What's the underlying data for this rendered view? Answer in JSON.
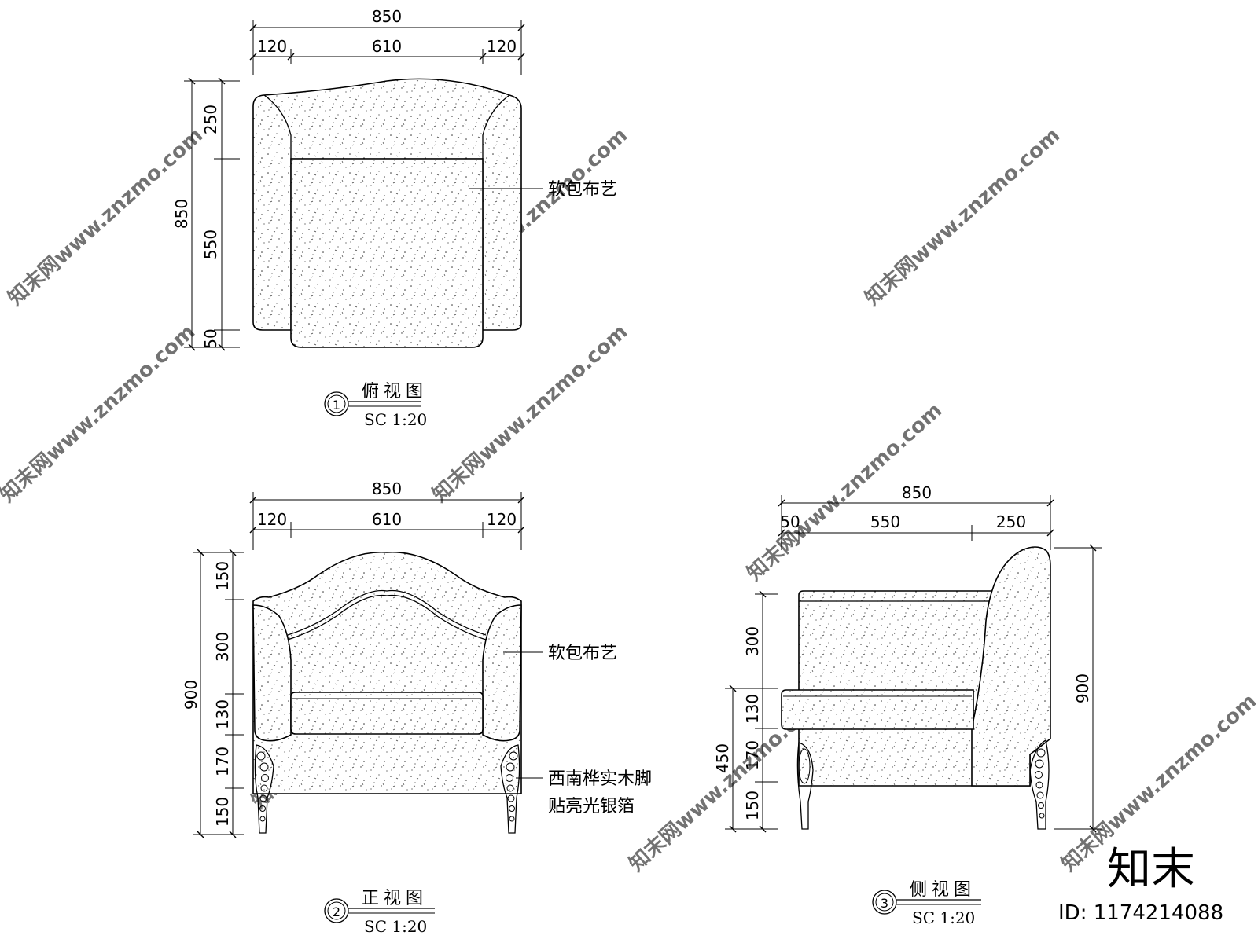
{
  "top_view": {
    "overall_width": "850",
    "width_parts": [
      "120",
      "610",
      "120"
    ],
    "overall_depth": "850",
    "depth_parts": [
      "250",
      "550",
      "50"
    ],
    "callout": "软包布艺",
    "title": "俯视图",
    "number": "1",
    "scale": "SC 1:20"
  },
  "front_view": {
    "overall_width": "850",
    "width_parts": [
      "120",
      "610",
      "120"
    ],
    "overall_height": "900",
    "height_parts": [
      "150",
      "300",
      "130",
      "170",
      "150"
    ],
    "callout_fabric": "软包布艺",
    "callout_leg_line1": "西南桦实木脚",
    "callout_leg_line2": "贴亮光银箔",
    "title": "正视图",
    "number": "2",
    "scale": "SC 1:20"
  },
  "side_view": {
    "overall_depth": "850",
    "depth_parts": [
      "50",
      "550",
      "250"
    ],
    "overall_height": "900",
    "seat_height": "450",
    "height_parts": [
      "300",
      "130",
      "170",
      "150"
    ],
    "title": "侧视图",
    "number": "3",
    "scale": "SC 1:20"
  },
  "watermark": {
    "brand": "知末",
    "id": "ID: 1174214088",
    "tile_text": "知末网www.znzmo.com"
  }
}
